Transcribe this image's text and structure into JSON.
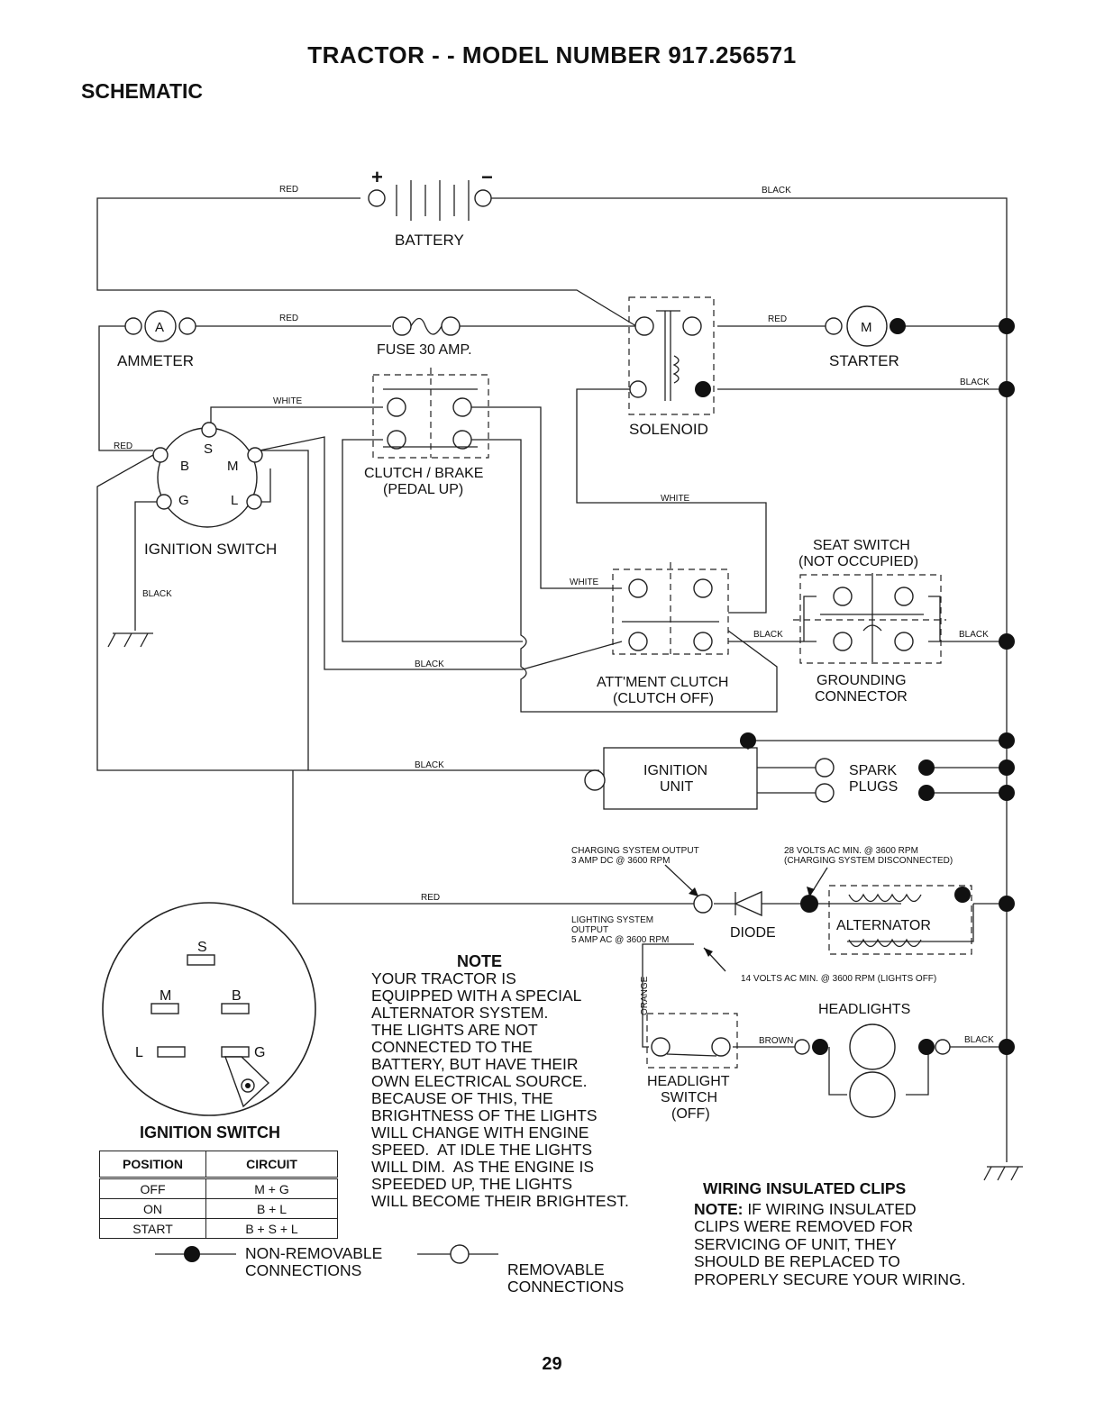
{
  "page": {
    "title": "TRACTOR - - MODEL NUMBER 917.256571",
    "section": "SCHEMATIC",
    "page_number": "29"
  },
  "components": {
    "battery": "BATTERY",
    "battery_plus": "+",
    "battery_minus": "−",
    "ammeter": "AMMETER",
    "ammeter_symbol": "A",
    "fuse": "FUSE 30 AMP.",
    "solenoid": "SOLENOID",
    "starter": "STARTER",
    "starter_symbol": "M",
    "clutch_brake_1": "CLUTCH / BRAKE",
    "clutch_brake_2": "(PEDAL UP)",
    "ignition_switch": "IGNITION SWITCH",
    "seat_switch_1": "SEAT SWITCH",
    "seat_switch_2": "(NOT OCCUPIED)",
    "attment_clutch_1": "ATT'MENT CLUTCH",
    "attment_clutch_2": "(CLUTCH OFF)",
    "grounding_1": "GROUNDING",
    "grounding_2": "CONNECTOR",
    "ignition_unit_1": "IGNITION",
    "ignition_unit_2": "UNIT",
    "spark_1": "SPARK",
    "spark_2": "PLUGS",
    "diode": "DIODE",
    "alternator": "ALTERNATOR",
    "headlights": "HEADLIGHTS",
    "headlight_switch_1": "HEADLIGHT",
    "headlight_switch_2": "SWITCH",
    "headlight_switch_3": "(OFF)"
  },
  "switch_terminals": {
    "s": "S",
    "b": "B",
    "m": "M",
    "g": "G",
    "l": "L"
  },
  "wire_colors": {
    "red": "RED",
    "black": "BLACK",
    "white": "WHITE",
    "brown": "BROWN",
    "orange": "ORANGE"
  },
  "annotations": {
    "charging_1": "CHARGING SYSTEM OUTPUT",
    "charging_2": "3 AMP DC @ 3600 RPM",
    "volts28_1": "28 VOLTS AC MIN. @ 3600 RPM",
    "volts28_2": "(CHARGING SYSTEM DISCONNECTED)",
    "lighting_1": "LIGHTING SYSTEM",
    "lighting_2": "OUTPUT",
    "lighting_3": "5 AMP AC @ 3600 RPM",
    "volts14": "14 VOLTS AC MIN. @ 3600 RPM (LIGHTS OFF)"
  },
  "note": {
    "heading": "NOTE",
    "text": "YOUR TRACTOR IS\nEQUIPPED WITH A SPECIAL\nALTERNATOR SYSTEM.\nTHE LIGHTS ARE NOT\nCONNECTED TO THE\nBATTERY, BUT HAVE THEIR\nOWN ELECTRICAL SOURCE.\nBECAUSE OF THIS, THE\nBRIGHTNESS OF THE LIGHTS\nWILL CHANGE WITH ENGINE\nSPEED.  AT IDLE THE LIGHTS\nWILL DIM.  AS THE ENGINE IS\nSPEEDED UP, THE LIGHTS\nWILL BECOME THEIR BRIGHTEST."
  },
  "clips": {
    "title": "WIRING INSULATED CLIPS",
    "note_label": "NOTE:",
    "note_text": " IF WIRING INSULATED\nCLIPS WERE REMOVED FOR\nSERVICING OF UNIT, THEY\nSHOULD BE REPLACED TO\nPROPERLY SECURE YOUR WIRING."
  },
  "ignition_switch_table": {
    "title": "IGNITION SWITCH",
    "headers": [
      "POSITION",
      "CIRCUIT"
    ],
    "rows": [
      [
        "OFF",
        "M + G"
      ],
      [
        "ON",
        "B + L"
      ],
      [
        "START",
        "B + S + L"
      ]
    ]
  },
  "legend": {
    "non_removable": "NON-REMOVABLE\nCONNECTIONS",
    "removable": "REMOVABLE\nCONNECTIONS"
  }
}
